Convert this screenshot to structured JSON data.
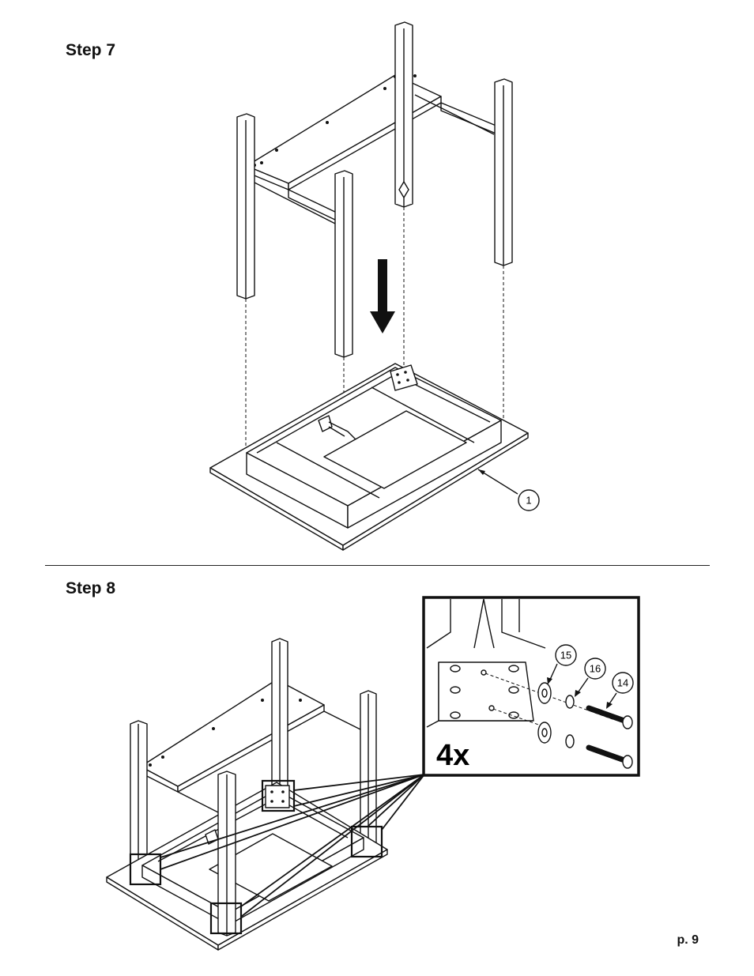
{
  "step7": {
    "title": "Step 7",
    "part_callout": "1"
  },
  "step8": {
    "title": "Step 8",
    "detail": {
      "quantity": "4x",
      "callouts": [
        "15",
        "16",
        "14"
      ]
    }
  },
  "page_number": "p. 9"
}
